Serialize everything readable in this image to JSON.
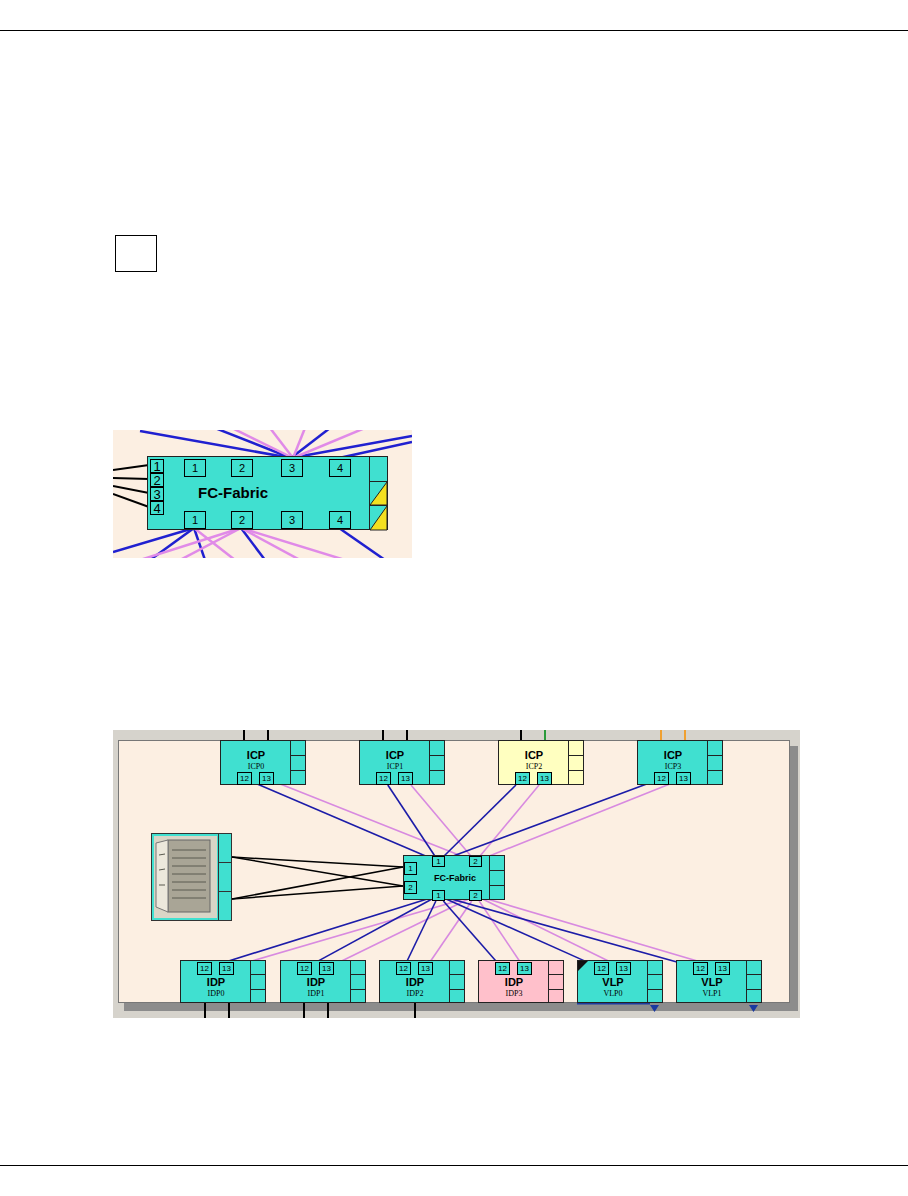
{
  "diagram": {
    "nodes": [
      {
        "text": [
          "FC-Fabric"
        ]
      },
      {
        "text": [
          "1"
        ],
        "in": 0
      },
      {
        "text": [
          "2"
        ],
        "in": 0
      },
      {
        "text": [
          "3"
        ],
        "in": 0
      },
      {
        "text": [
          "4"
        ],
        "in": 0
      },
      {
        "text": [
          "1"
        ],
        "in": 0
      },
      {
        "text": [
          "2"
        ],
        "in": 0
      },
      {
        "text": [
          "3"
        ],
        "in": 0
      },
      {
        "text": [
          "4"
        ],
        "in": 0
      },
      {
        "text": [
          "1"
        ],
        "in": 0
      },
      {
        "text": [
          "2"
        ],
        "in": 0
      },
      {
        "text": [
          "3"
        ],
        "in": 0
      },
      {
        "text": [
          "4"
        ],
        "in": 0
      },
      {
        "text": [
          "ICP",
          "ICP0"
        ]
      },
      {
        "text": [
          "12"
        ],
        "in": 13
      },
      {
        "text": [
          "13"
        ],
        "in": 13
      },
      {
        "text": [
          "ICP",
          "ICP1"
        ]
      },
      {
        "text": [
          "12"
        ],
        "in": 16
      },
      {
        "text": [
          "13"
        ],
        "in": 16
      },
      {
        "text": [
          "ICP",
          "ICP2"
        ]
      },
      {
        "text": [
          "12"
        ],
        "in": 19
      },
      {
        "text": [
          "13"
        ],
        "in": 19
      },
      {
        "text": [
          "ICP",
          "ICP3"
        ]
      },
      {
        "text": [
          "12"
        ],
        "in": 22
      },
      {
        "text": [
          "13"
        ],
        "in": 22
      },
      {
        "text": [
          "FC-Fabric"
        ]
      },
      {
        "text": [
          "1"
        ],
        "in": 25
      },
      {
        "text": [
          "2"
        ],
        "in": 25
      },
      {
        "text": [
          "1"
        ],
        "in": 25
      },
      {
        "text": [
          "2"
        ],
        "in": 25
      },
      {
        "text": [
          "1"
        ],
        "in": 25
      },
      {
        "text": [
          "2"
        ],
        "in": 25
      },
      {
        "text": [
          "IDP",
          "IDP0"
        ]
      },
      {
        "text": [
          "12"
        ],
        "in": 32
      },
      {
        "text": [
          "13"
        ],
        "in": 32
      },
      {
        "text": [
          "IDP",
          "IDP1"
        ]
      },
      {
        "text": [
          "12"
        ],
        "in": 35
      },
      {
        "text": [
          "13"
        ],
        "in": 35
      },
      {
        "text": [
          "IDP",
          "IDP2"
        ]
      },
      {
        "text": [
          "12"
        ],
        "in": 38
      },
      {
        "text": [
          "13"
        ],
        "in": 38
      },
      {
        "text": [
          "IDP",
          "IDP3"
        ]
      },
      {
        "text": [
          "12"
        ],
        "in": 41
      },
      {
        "text": [
          "13"
        ],
        "in": 41
      },
      {
        "text": [
          "VLP",
          "VLP0"
        ]
      },
      {
        "text": [
          "12"
        ],
        "in": 44
      },
      {
        "text": [
          "13"
        ],
        "in": 44
      },
      {
        "text": [
          "VLP",
          "VLP1"
        ]
      },
      {
        "text": [
          "12"
        ],
        "in": 47
      },
      {
        "text": [
          "13"
        ],
        "in": 47
      }
    ],
    "edges": [
      {
        "from": 14,
        "to": 26,
        "arrow": "none"
      },
      {
        "from": 15,
        "to": 27,
        "arrow": "none"
      },
      {
        "from": 17,
        "to": 26,
        "arrow": "none"
      },
      {
        "from": 18,
        "to": 27,
        "arrow": "none"
      },
      {
        "from": 20,
        "to": 26,
        "arrow": "none"
      },
      {
        "from": 21,
        "to": 27,
        "arrow": "none"
      },
      {
        "from": 23,
        "to": 26,
        "arrow": "none"
      },
      {
        "from": 24,
        "to": 27,
        "arrow": "none"
      },
      {
        "from": 30,
        "to": 33,
        "arrow": "none"
      },
      {
        "from": 31,
        "to": 34,
        "arrow": "none"
      },
      {
        "from": 30,
        "to": 36,
        "arrow": "none"
      },
      {
        "from": 31,
        "to": 37,
        "arrow": "none"
      },
      {
        "from": 30,
        "to": 39,
        "arrow": "none"
      },
      {
        "from": 31,
        "to": 40,
        "arrow": "none"
      },
      {
        "from": 30,
        "to": 42,
        "arrow": "none"
      },
      {
        "from": 31,
        "to": 43,
        "arrow": "none"
      },
      {
        "from": 30,
        "to": 45,
        "arrow": "none"
      },
      {
        "from": 31,
        "to": 46,
        "arrow": "none"
      },
      {
        "from": 30,
        "to": 48,
        "arrow": "none"
      },
      {
        "from": 31,
        "to": 49,
        "arrow": "none"
      }
    ]
  }
}
